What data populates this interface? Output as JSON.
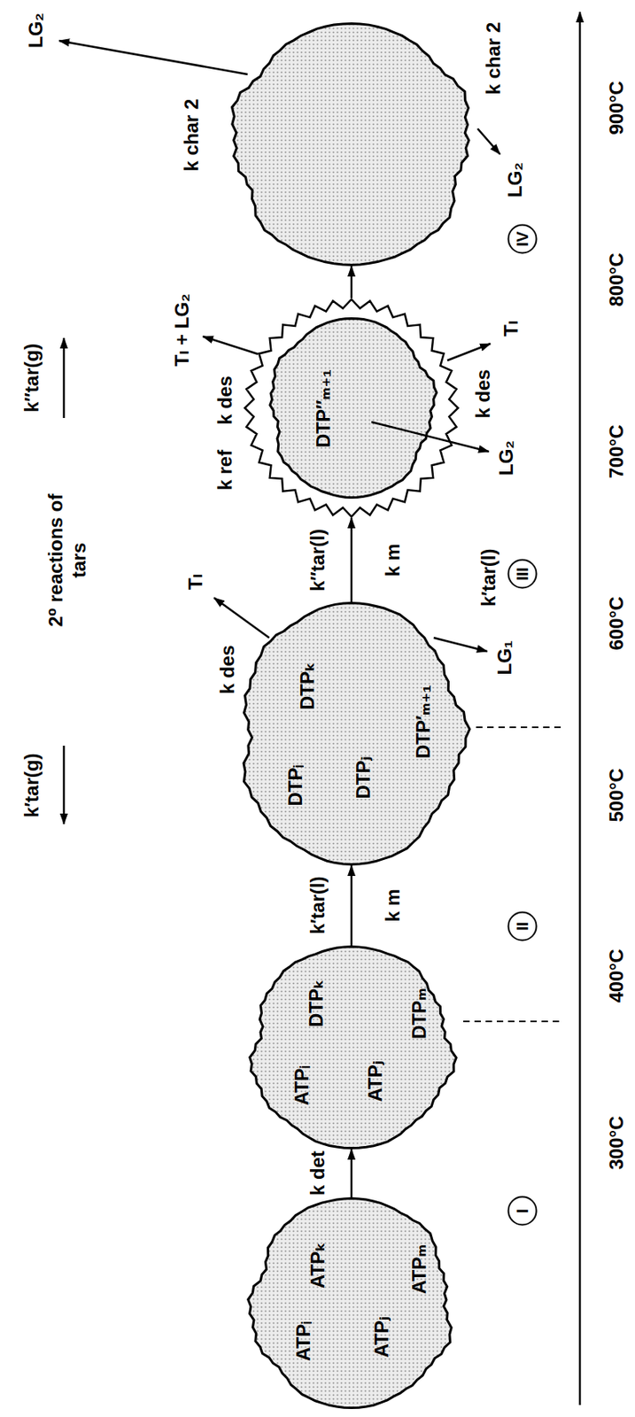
{
  "diagram": {
    "nodes": [
      {
        "text": [
          "ATPᵢ",
          "ATPₖ",
          "ATPⱼ",
          "ATPₘ"
        ]
      },
      {
        "text": [
          "ATPᵢ",
          "DTPₖ",
          "ATPⱼ",
          "DTPₘ"
        ]
      },
      {
        "text": [
          "DTPᵢ",
          "DTPₖ",
          "DTPⱼ",
          "DTP′ₘ₊₁"
        ]
      },
      {
        "text": [
          "DTP″ₘ₊₁"
        ]
      },
      {
        "text": [
          "k char 2"
        ]
      },
      {
        "text": [
          "I"
        ]
      },
      {
        "text": [
          "II"
        ]
      },
      {
        "text": [
          "III"
        ]
      },
      {
        "text": [
          "IV"
        ]
      }
    ],
    "edges": [
      {
        "from": 0,
        "to": 1,
        "label": "k det",
        "arrow": "to"
      },
      {
        "from": 1,
        "to": 2,
        "label": "k′tar(l)",
        "arrow": "to"
      },
      {
        "from": 2,
        "to": 3,
        "label": "k″tar(l)",
        "arrow": "to"
      },
      {
        "from": 3,
        "to": 4,
        "arrow": "to"
      }
    ],
    "labels": [
      "k′tar(g)",
      "2⁰ reactions of tars",
      "k″tar(g)",
      "k m",
      "Tₗ",
      "k des",
      "LG₁",
      "k′tar(l)",
      "k m",
      "Tₗ + LG₂",
      "k ref",
      "k des",
      "Tₗ",
      "k des",
      "LG₂",
      "LG₂",
      "k char 2",
      "LG₂",
      "300°C",
      "400°C",
      "500°C",
      "600°C",
      "700°C",
      "800°C",
      "900°C"
    ]
  }
}
